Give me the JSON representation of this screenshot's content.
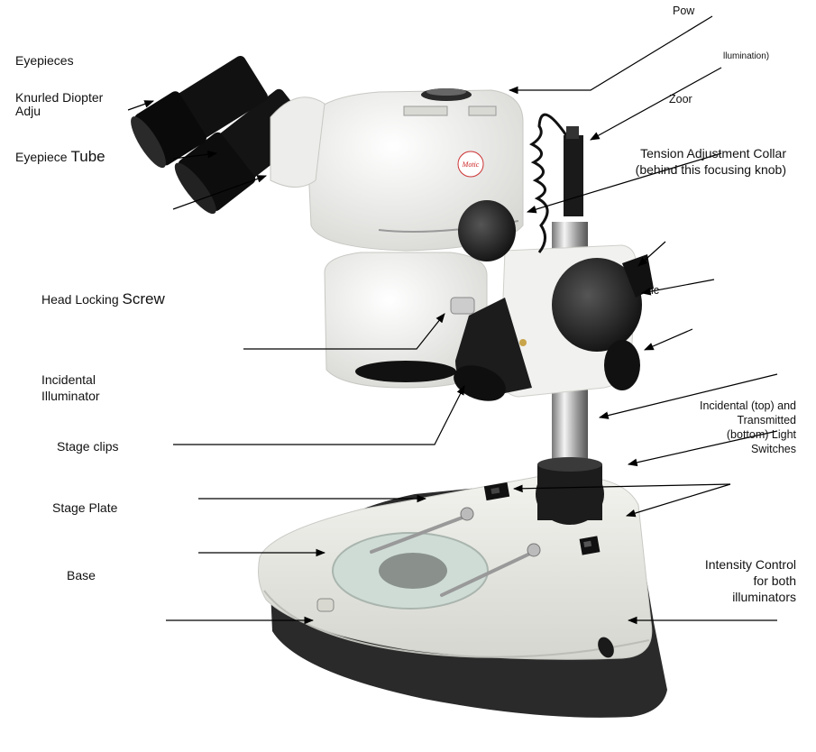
{
  "labels": {
    "eyepieces": "Eyepieces",
    "diopter_line1": "Knurled Diopter",
    "diopter_line2": "Adju",
    "eyepiece_tube_a": "Eyepiece",
    "eyepiece_tube_b": "Tube",
    "head_locking_a": "Head Locking",
    "head_locking_b": "Screw",
    "incidental_line1": "Incidental",
    "incidental_line2": "Illuminator",
    "stage_clips": "Stage clips",
    "stage_plate": "Stage Plate",
    "base": "Base",
    "power": "Pow",
    "illumination": "llumination)",
    "zoom": "Zoor",
    "tension_line1": "Tension Adjustment Collar",
    "tension_line2": "(behind this focusing knob)",
    "lc": "lc",
    "switches_line1": "Incidental (top) and",
    "switches_line2": "Transmitted",
    "switches_line3": "(bottom)  Light",
    "switches_line4": "Switches",
    "intensity_line1": "Intensity Control",
    "intensity_line2": "for both",
    "intensity_line3": "illuminators",
    "brand": "Motic"
  }
}
